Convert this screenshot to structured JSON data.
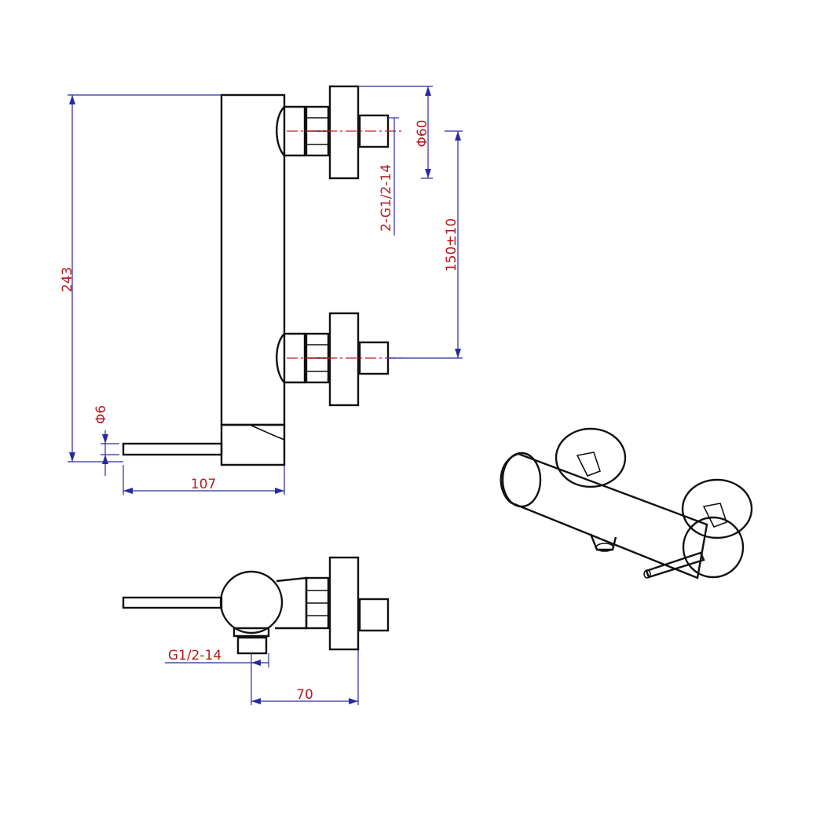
{
  "dimensions": {
    "height_243": "243",
    "pipe_diameter": "Φ6",
    "lever_length": "107",
    "inlet_thread": "2-G1/2-14",
    "flange_diameter": "Φ60",
    "inlet_spacing": "150±10",
    "outlet_thread": "G1/2-14",
    "depth_70": "70"
  },
  "colors": {
    "part_stroke": "#111111",
    "dimension_line": "#2a2aa0",
    "dimension_text": "#b01e24",
    "center_line": "#c81e1e"
  }
}
